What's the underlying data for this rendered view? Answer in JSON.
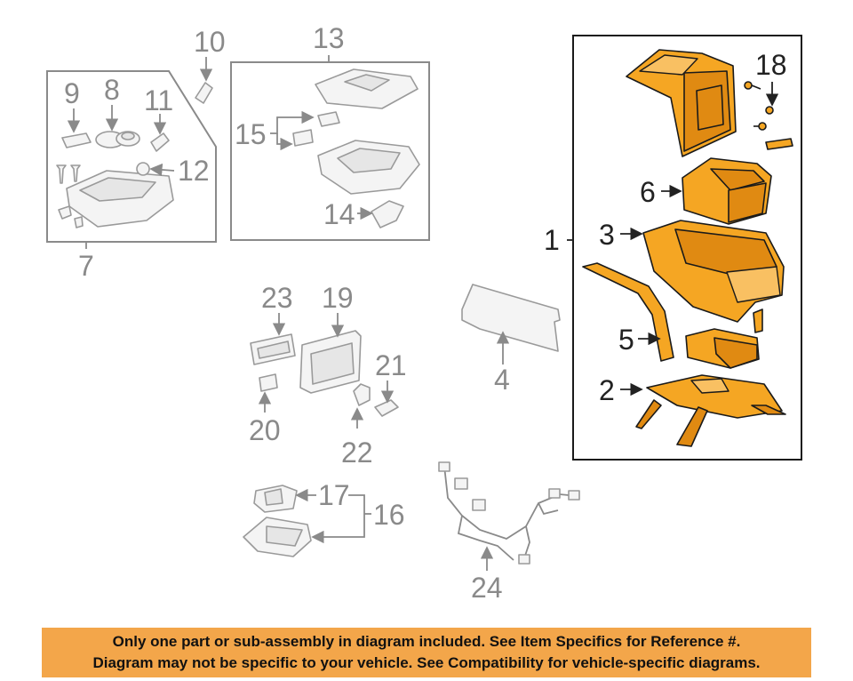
{
  "callouts": {
    "c1": "1",
    "c2": "2",
    "c3": "3",
    "c4": "4",
    "c5": "5",
    "c6": "6",
    "c7": "7",
    "c8": "8",
    "c9": "9",
    "c10": "10",
    "c11": "11",
    "c12": "12",
    "c13": "13",
    "c14": "14",
    "c15": "15",
    "c16": "16",
    "c17": "17",
    "c18": "18",
    "c19": "19",
    "c20": "20",
    "c21": "21",
    "c22": "22",
    "c23": "23",
    "c24": "24"
  },
  "notice": {
    "line1": "Only one part or sub-assembly in diagram included. See Item Specifics for Reference #.",
    "line2": "Diagram may not be specific to your vehicle. See Compatibility for vehicle-specific diagrams."
  },
  "colors": {
    "highlight_part": "#f5a623",
    "banner": "#f3a64a",
    "frame_highlight": "#1a1a1a",
    "frame_other": "#8a8a8a"
  }
}
